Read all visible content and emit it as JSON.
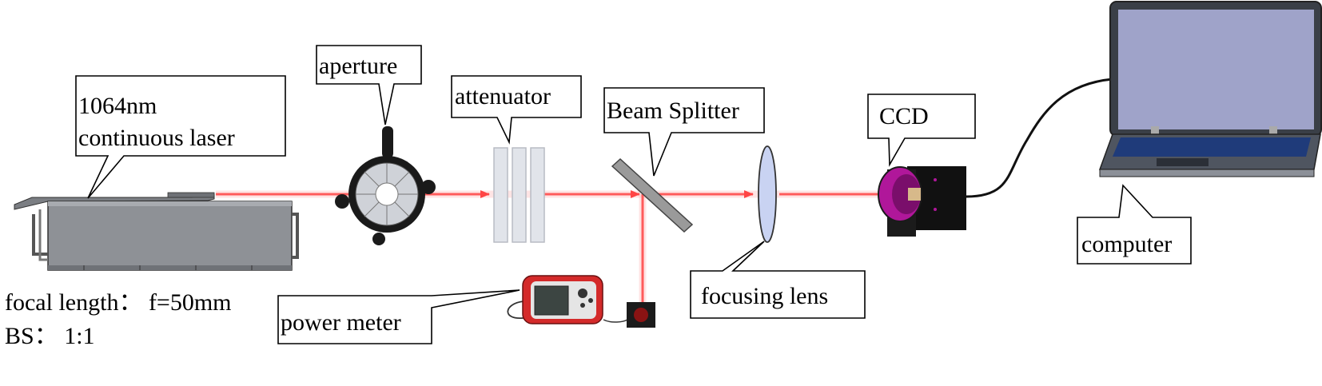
{
  "labels": {
    "laser": [
      "1064nm",
      "continuous laser"
    ],
    "aperture": "aperture",
    "attenuator": "attenuator",
    "beam_splitter": "Beam Splitter",
    "ccd": "CCD",
    "computer": "computer",
    "focusing_lens": "focusing lens",
    "power_meter": "power meter"
  },
  "notes": {
    "focal_length": "focal length： f=50mm",
    "bs_ratio": "BS： 1:1"
  },
  "colors": {
    "beam": "#ff5b5b",
    "laser_body": "#8e9196",
    "screen": "#9fa3c9",
    "ccd_ring": "#b0179a",
    "power_meter": "#d42a2a",
    "lens": "#c9d3f2"
  }
}
